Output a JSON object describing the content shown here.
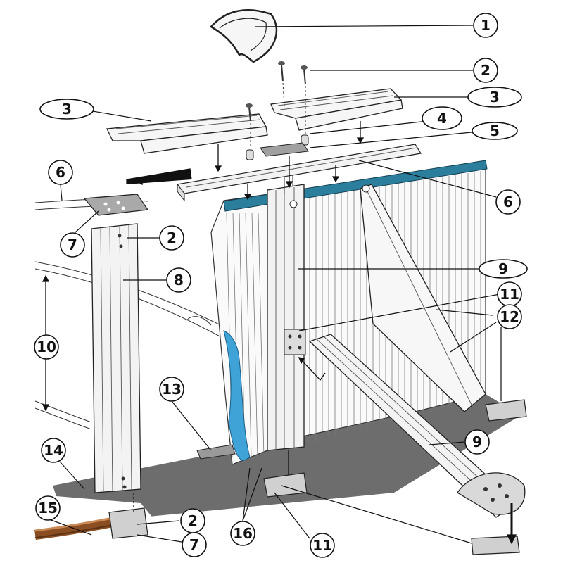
{
  "callouts": [
    {
      "id": "c1",
      "label": "1"
    },
    {
      "id": "c2a",
      "label": "2"
    },
    {
      "id": "c3a",
      "label": "3"
    },
    {
      "id": "c3b",
      "label": "3"
    },
    {
      "id": "c4",
      "label": "4"
    },
    {
      "id": "c5",
      "label": "5"
    },
    {
      "id": "c6a",
      "label": "6"
    },
    {
      "id": "c6b",
      "label": "6"
    },
    {
      "id": "c7a",
      "label": "7"
    },
    {
      "id": "c2b",
      "label": "2"
    },
    {
      "id": "c8",
      "label": "8"
    },
    {
      "id": "c9a",
      "label": "9"
    },
    {
      "id": "c11a",
      "label": "11"
    },
    {
      "id": "c12",
      "label": "12"
    },
    {
      "id": "c10",
      "label": "10"
    },
    {
      "id": "c13",
      "label": "13"
    },
    {
      "id": "c14",
      "label": "14"
    },
    {
      "id": "c9b",
      "label": "9"
    },
    {
      "id": "c15",
      "label": "15"
    },
    {
      "id": "c2c",
      "label": "2"
    },
    {
      "id": "c7b",
      "label": "7"
    },
    {
      "id": "c16",
      "label": "16"
    },
    {
      "id": "c11b",
      "label": "11"
    }
  ],
  "colors": {
    "wall_blue": "#3fa3d8",
    "rail_cap": "#1f6f8b",
    "ground": "#6b6b6b",
    "coping": "#9a5a2a"
  }
}
